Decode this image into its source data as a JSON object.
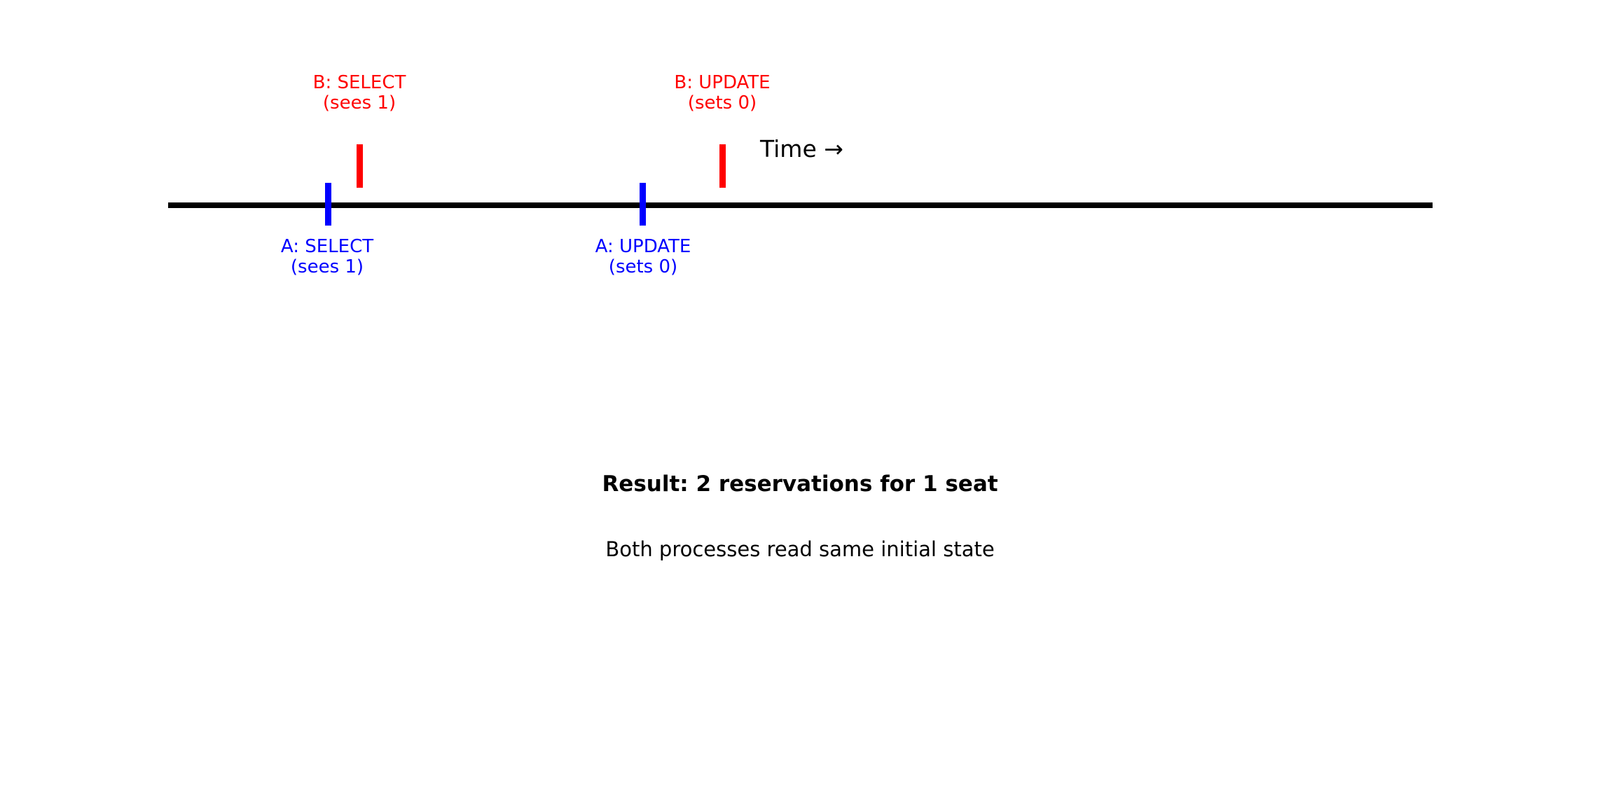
{
  "figure": {
    "background": "#ffffff",
    "timeline": {
      "color": "#000000",
      "time_label": "Time →"
    },
    "process_b": {
      "color": "#ff0000",
      "events": [
        {
          "name": "B: SELECT",
          "detail": "(sees 1)"
        },
        {
          "name": "B: UPDATE",
          "detail": "(sets 0)"
        }
      ]
    },
    "process_a": {
      "color": "#0000ff",
      "events": [
        {
          "name": "A: SELECT",
          "detail": "(sees 1)"
        },
        {
          "name": "A: UPDATE",
          "detail": "(sets 0)"
        }
      ]
    },
    "result": "Result: 2 reservations for 1 seat",
    "note": "Both processes read same initial state"
  }
}
